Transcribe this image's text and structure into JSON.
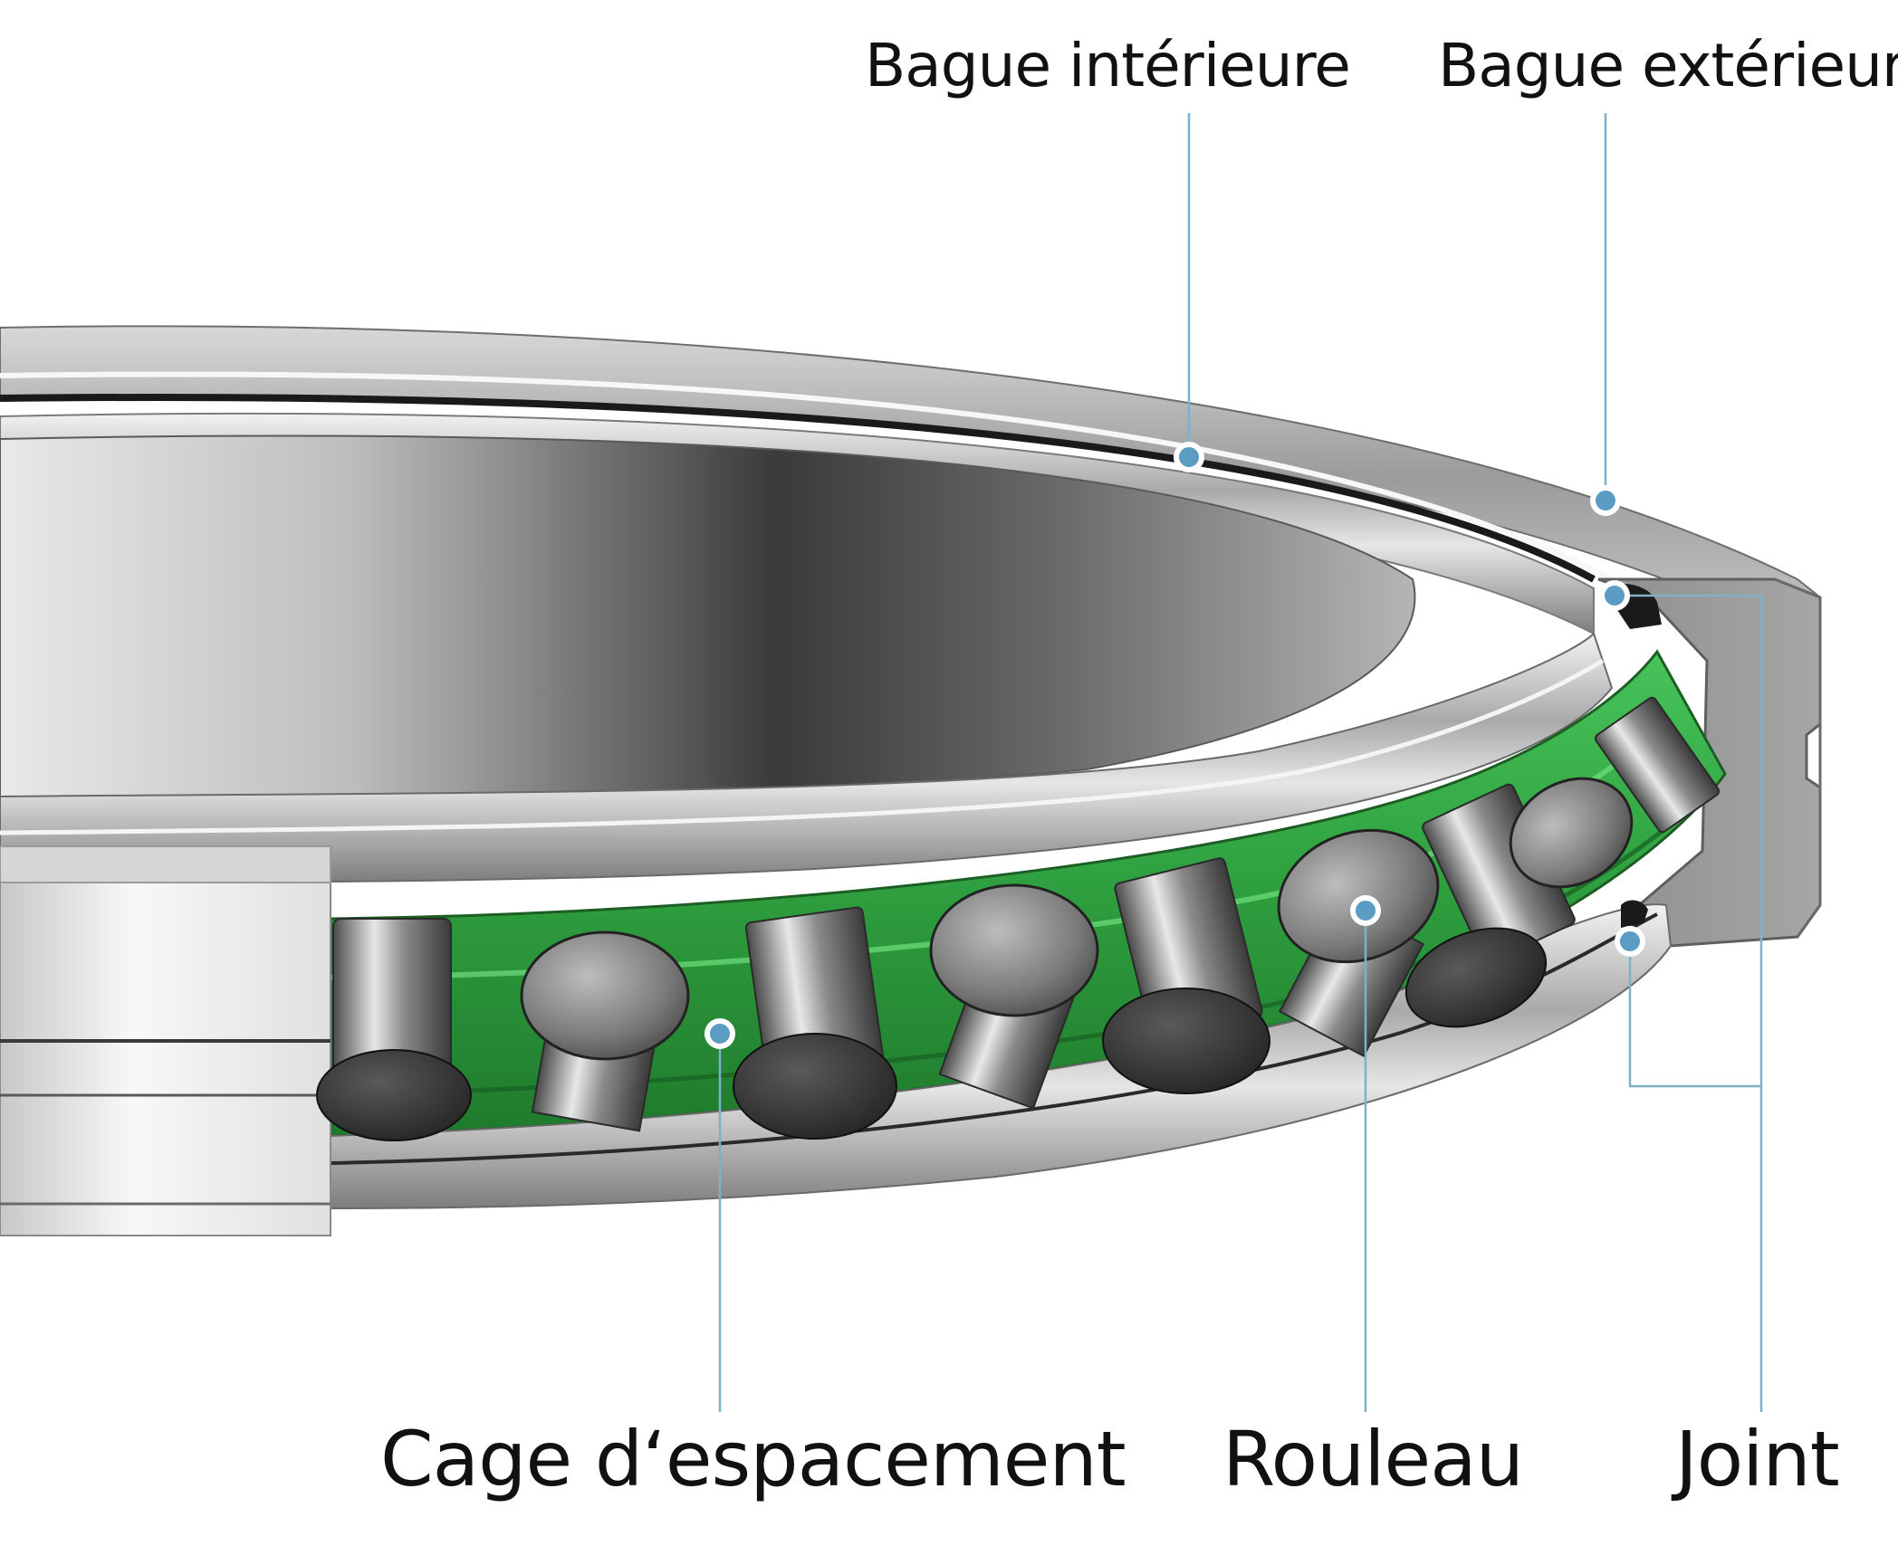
{
  "labels": {
    "inner_ring": "Bague intérieure",
    "outer_ring": "Bague extérieur",
    "cage": "Cage d‘espacement",
    "roller": "Rouleau",
    "seal": "Joint"
  },
  "colors": {
    "steel": "#9a9a9a",
    "cage_green": "#2e9e3e",
    "leader_line": "#7fb0c8",
    "marker": "#5b9cc4",
    "text": "#111111"
  }
}
